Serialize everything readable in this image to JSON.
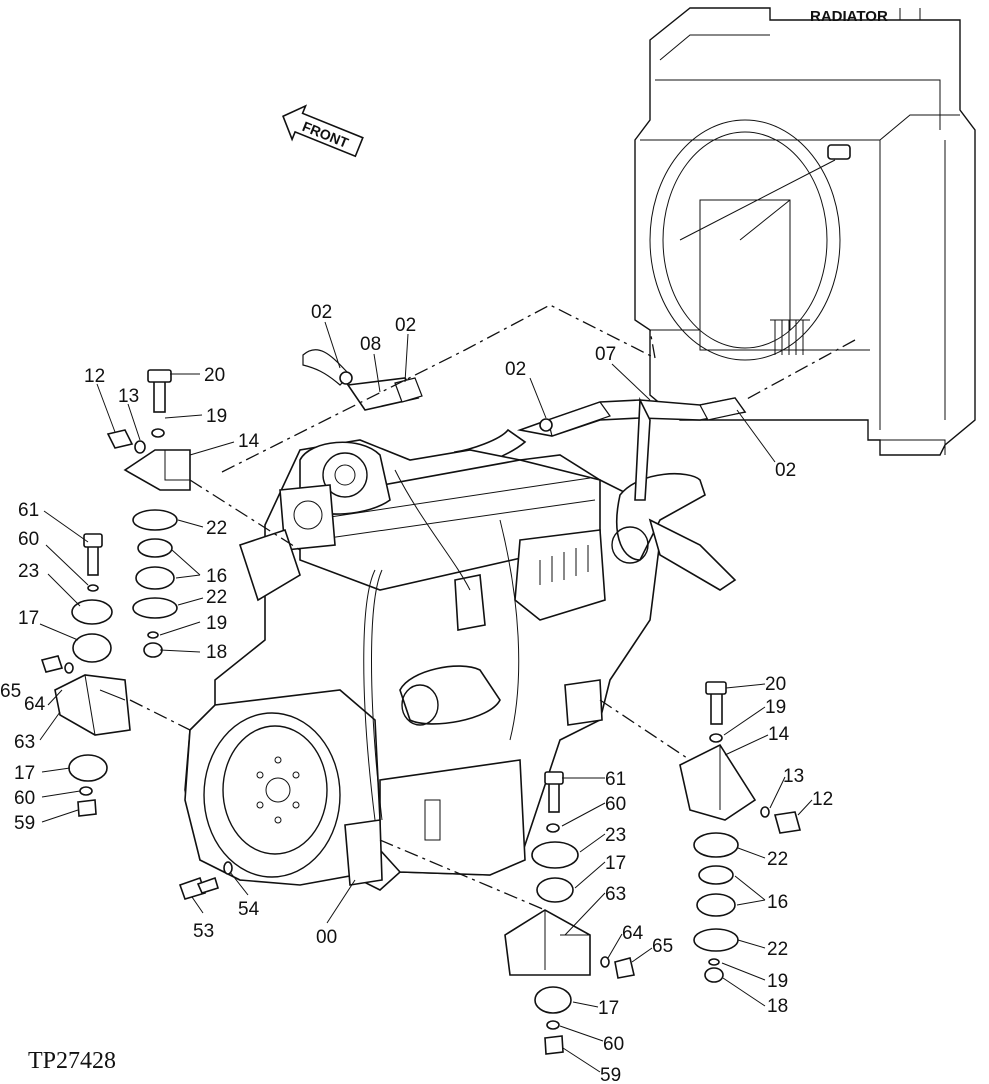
{
  "figure_code": "TP27428",
  "header": {
    "radiator": "RADIATOR",
    "front": "FRONT"
  },
  "callouts": {
    "upper_hose_left": {
      "clamp_a": "02",
      "hose": "08",
      "clamp_b": "02"
    },
    "upper_hose_right": {
      "clamp_a": "02",
      "hose": "07",
      "clamp_b": "02"
    },
    "rear_left_mount": {
      "bolt": "20",
      "washer": "19",
      "bracket": "14",
      "lockwasher": "13",
      "capscrew": "12",
      "upper_cushion": "22",
      "cushion": "16",
      "lower_cushion": "22",
      "lower_washer": "19",
      "nut": "18"
    },
    "front_left_mount": {
      "bolt": "61",
      "washer": "60",
      "snubber": "23",
      "isolator": "17",
      "screw": "65",
      "lockwasher": "64",
      "bracket": "63",
      "lower_isolator": "17",
      "lower_washer": "60",
      "nut": "59"
    },
    "flywheel": {
      "screw": "53",
      "washer": "54",
      "engine": "00"
    },
    "front_right_mount": {
      "bolt": "61",
      "washer": "60",
      "snubber": "23",
      "isolator": "17",
      "bracket": "63",
      "lockwasher": "64",
      "screw": "65",
      "lower_isolator": "17",
      "lower_washer": "60",
      "nut": "59"
    },
    "rear_right_mount": {
      "bolt": "20",
      "washer": "19",
      "bracket": "14",
      "lockwasher": "13",
      "capscrew": "12",
      "upper_cushion": "22",
      "cushion": "16",
      "lower_cushion": "22",
      "lower_washer": "19",
      "nut": "18"
    }
  }
}
